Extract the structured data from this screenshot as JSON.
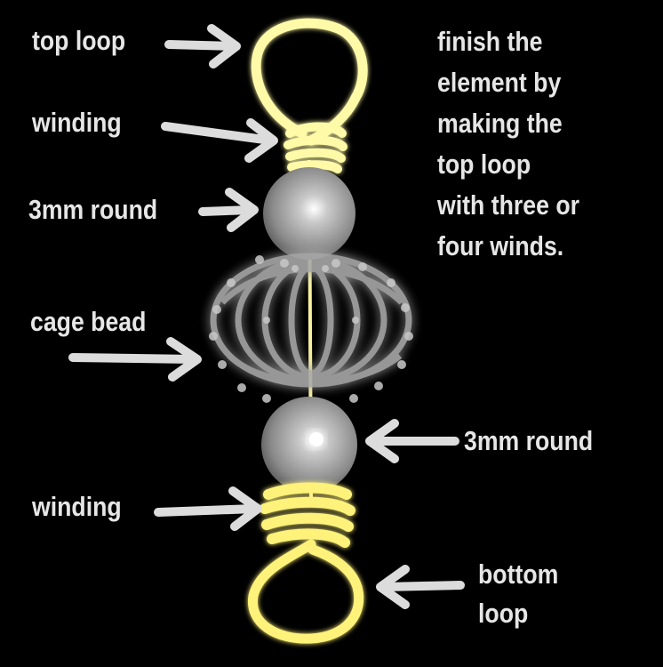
{
  "labels": {
    "top_loop": "top loop",
    "winding_top": "winding",
    "round_top": "3mm round",
    "cage_bead": "cage bead",
    "round_bottom": "3mm round",
    "winding_bottom": "winding",
    "bottom_loop_1": "bottom",
    "bottom_loop_2": "loop"
  },
  "note": {
    "lines": [
      "finish the",
      "element by",
      "making the",
      "top loop",
      "with three or",
      "four winds."
    ]
  },
  "colors": {
    "background": "#000000",
    "text": "#e6e6e6",
    "arrow": "#dcdcdc",
    "wire": "#fffaa8",
    "wire_glow": "#fff27a",
    "bead": "#9a9a9a",
    "cage": "#a8a8a8"
  }
}
